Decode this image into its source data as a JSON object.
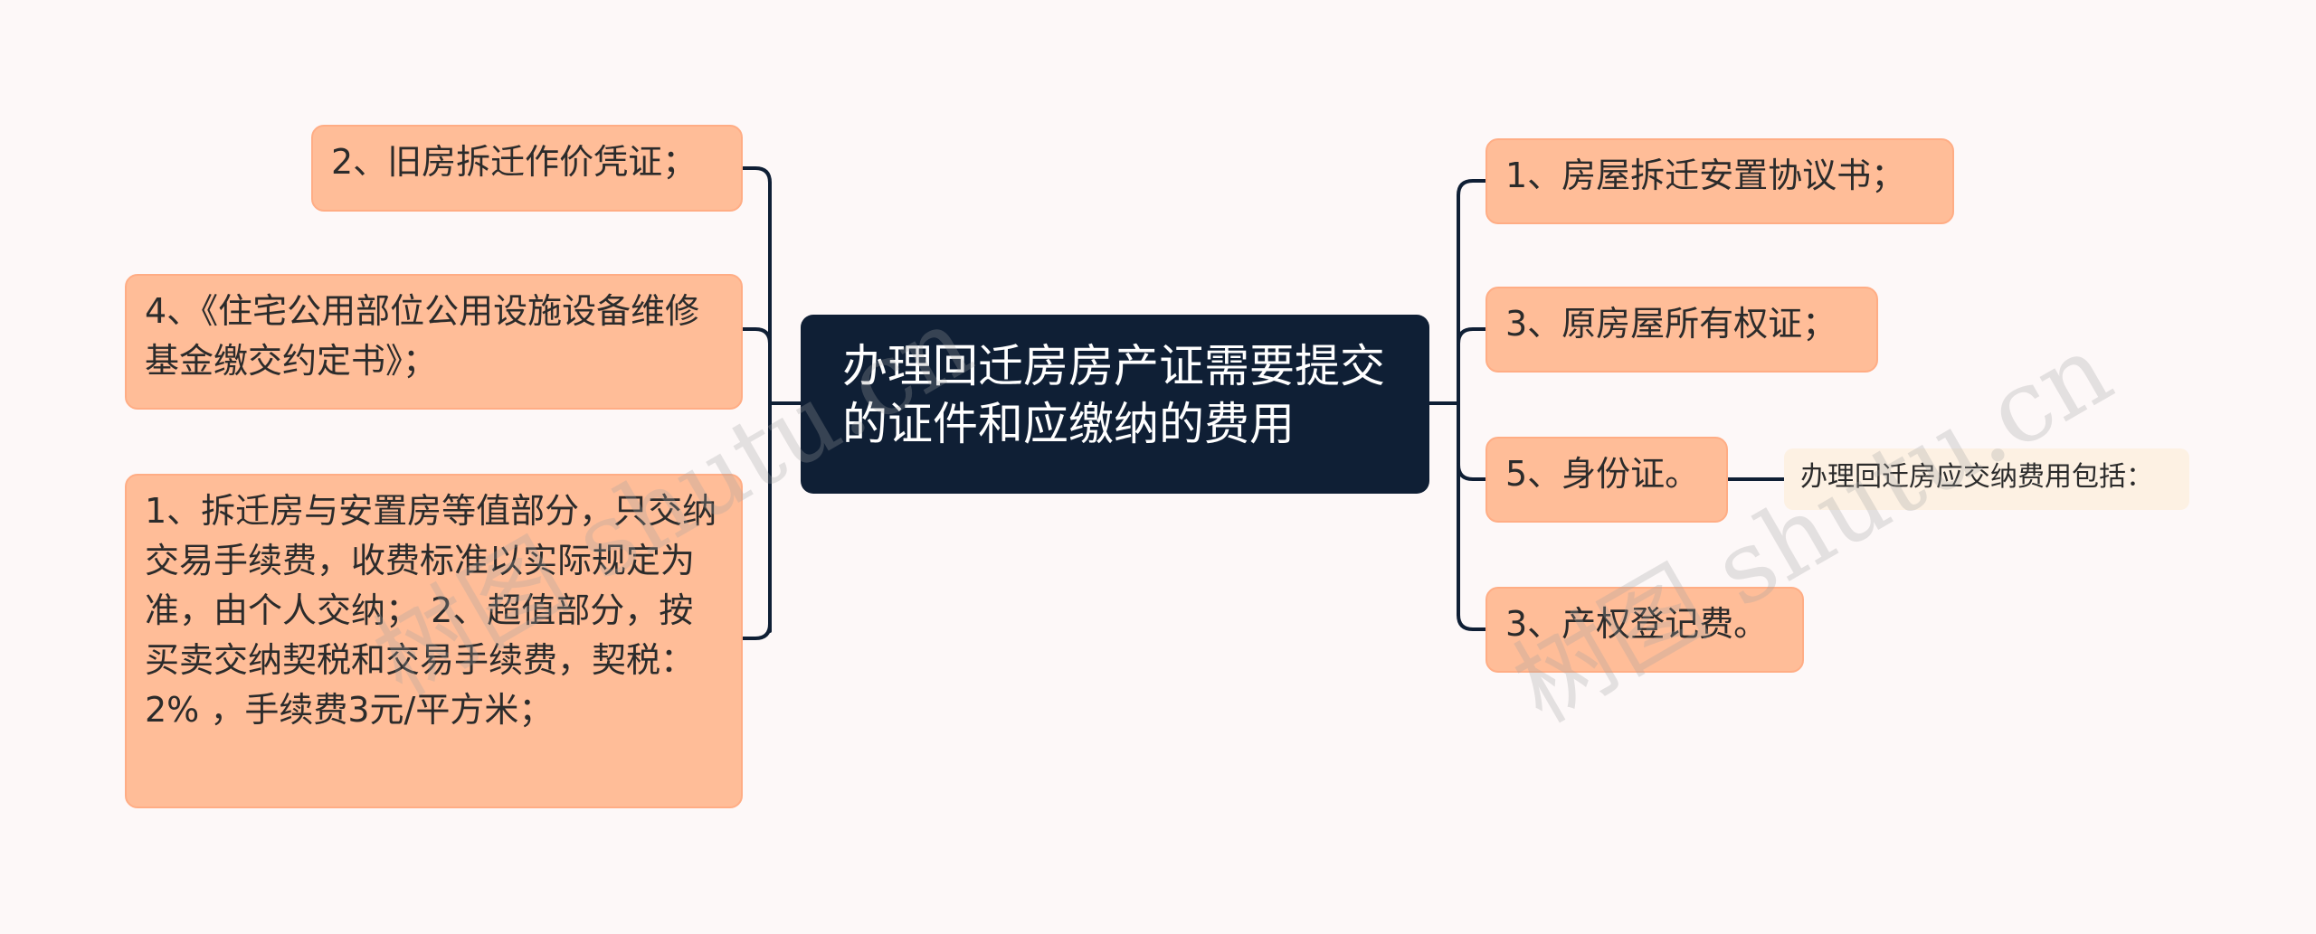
{
  "root": {
    "title": "办理回迁房房产证需要提交的证件和应缴纳的费用"
  },
  "left_branches": [
    {
      "text": "2、旧房拆迁作价凭证；"
    },
    {
      "text": "4、《住宅公用部位公用设施设备维修基金缴交约定书》；"
    },
    {
      "text": "1、拆迁房与安置房等值部分，只交纳交易手续费，收费标准以实际规定为准，由个人交纳； 2、超值部分，按买卖交纳契税和交易手续费，契税：2% ，手续费3元/平方米；"
    }
  ],
  "right_branches": [
    {
      "text": "1、房屋拆迁安置协议书；"
    },
    {
      "text": "3、原房屋所有权证；"
    },
    {
      "text": "5、身份证。"
    },
    {
      "text": "3、产权登记费。"
    }
  ],
  "note": {
    "text": "办理回迁房应交纳费用包括："
  },
  "watermark": {
    "text": "树图 shutu.cn"
  },
  "colors": {
    "background": "#fdf8f8",
    "root_fill": "#0f1f35",
    "leaf_fill": "#ffbd98",
    "note_fill": "#fdf1e3",
    "connector": "#0f1f35"
  }
}
